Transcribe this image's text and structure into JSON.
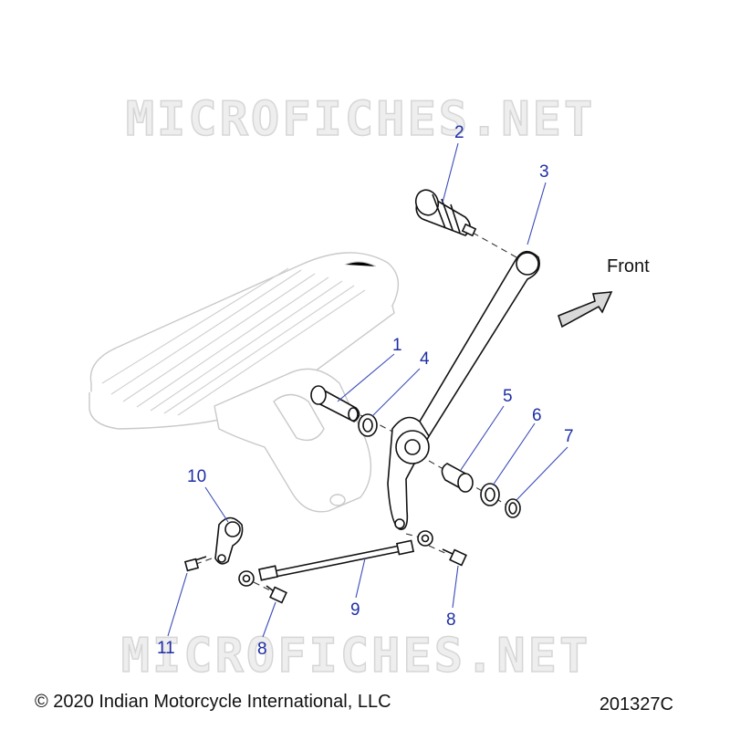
{
  "watermark": {
    "top": "MICROFICHES.NET",
    "bottom": "MICROFICHES.NET"
  },
  "direction_label": "Front",
  "callouts": {
    "c1": "1",
    "c2": "2",
    "c3": "3",
    "c4": "4",
    "c5": "5",
    "c6": "6",
    "c7": "7",
    "c8a": "8",
    "c8b": "8",
    "c9": "9",
    "c10": "10",
    "c11": "11"
  },
  "footer": {
    "copyright": "© 2020 Indian Motorcycle International, LLC",
    "drawing_number": "201327C"
  },
  "colors": {
    "callout": "#1f2fa6",
    "ghost_part": "#c9c9c9",
    "watermark": "#d6d6d6"
  }
}
